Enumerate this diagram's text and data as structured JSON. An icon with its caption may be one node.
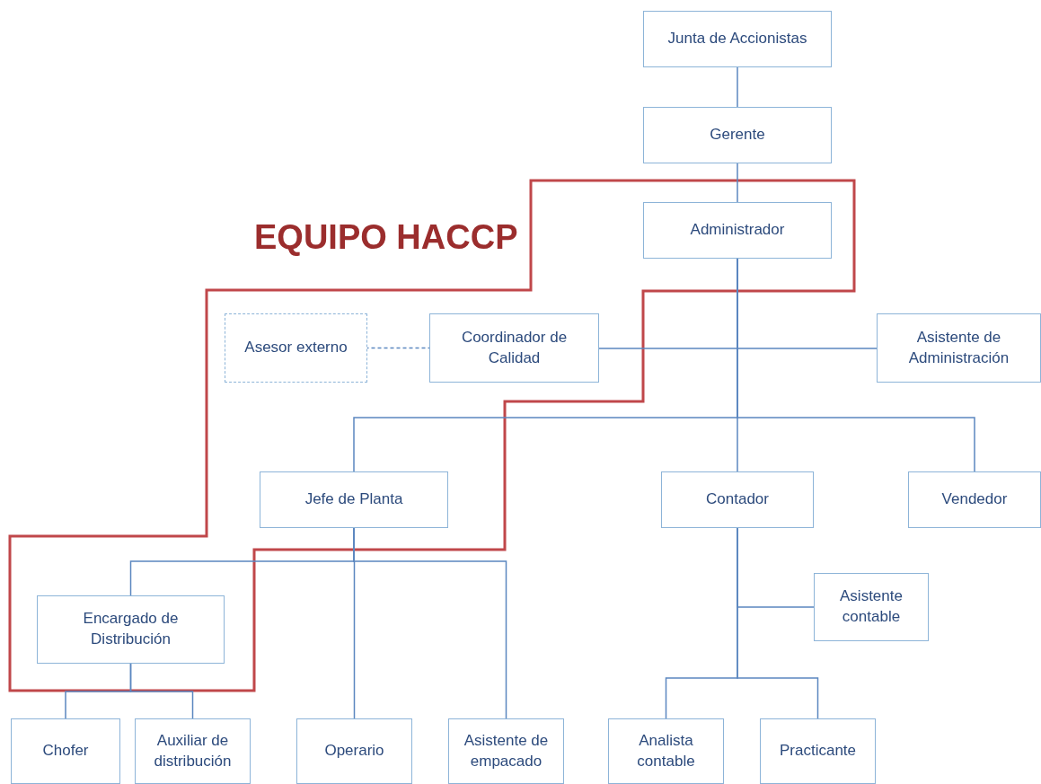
{
  "diagram": {
    "nodes": [
      {
        "text": [
          "Junta de Accionistas"
        ]
      },
      {
        "text": [
          "Gerente"
        ]
      },
      {
        "text": [
          "Administrador"
        ]
      },
      {
        "text": [
          "Asesor externo"
        ]
      },
      {
        "text": [
          "Coordinador de Calidad"
        ]
      },
      {
        "text": [
          "Asistente de Administración"
        ]
      },
      {
        "text": [
          "Jefe de Planta"
        ]
      },
      {
        "text": [
          "Contador"
        ]
      },
      {
        "text": [
          "Vendedor"
        ]
      },
      {
        "text": [
          "Asistente contable"
        ]
      },
      {
        "text": [
          "Encargado de Distribución"
        ]
      },
      {
        "text": [
          "Chofer"
        ]
      },
      {
        "text": [
          "Auxiliar de distribución"
        ]
      },
      {
        "text": [
          "Operario"
        ]
      },
      {
        "text": [
          "Asistente  de empacado"
        ]
      },
      {
        "text": [
          "Analista contable"
        ]
      },
      {
        "text": [
          "Practicante"
        ]
      }
    ],
    "edges": [
      {
        "from": 0,
        "to": 1,
        "arrow": "none"
      },
      {
        "from": 1,
        "to": 2,
        "arrow": "none"
      },
      {
        "from": 2,
        "to": 4,
        "arrow": "none"
      },
      {
        "from": 2,
        "to": 5,
        "arrow": "none"
      },
      {
        "from": 3,
        "to": 4,
        "arrow": "none",
        "style": "dashed"
      },
      {
        "from": 2,
        "to": 6,
        "arrow": "none"
      },
      {
        "from": 2,
        "to": 7,
        "arrow": "none"
      },
      {
        "from": 2,
        "to": 8,
        "arrow": "none"
      },
      {
        "from": 6,
        "to": 10,
        "arrow": "none"
      },
      {
        "from": 6,
        "to": 13,
        "arrow": "none"
      },
      {
        "from": 6,
        "to": 14,
        "arrow": "none"
      },
      {
        "from": 10,
        "to": 11,
        "arrow": "none"
      },
      {
        "from": 10,
        "to": 12,
        "arrow": "none"
      },
      {
        "from": 7,
        "to": 9,
        "arrow": "none"
      },
      {
        "from": 7,
        "to": 15,
        "arrow": "none"
      },
      {
        "from": 7,
        "to": 16,
        "arrow": "none"
      }
    ],
    "labels": [
      "EQUIPO HACCP"
    ]
  }
}
